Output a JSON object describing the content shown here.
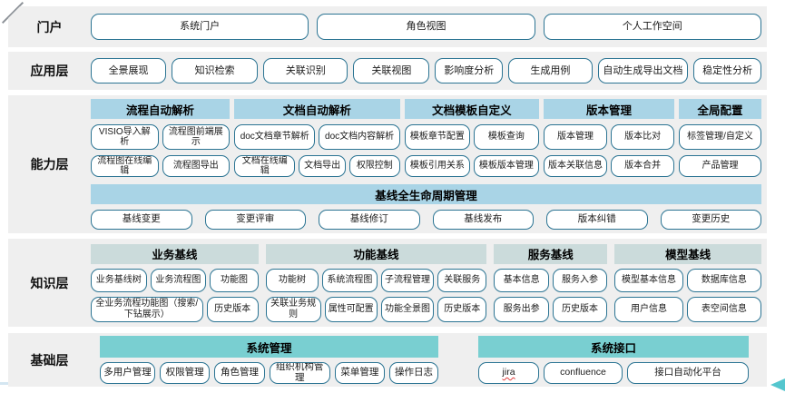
{
  "colors": {
    "band_bg": "#efefef",
    "box_border": "#2b7493",
    "box_bg": "#ffffff",
    "header_blue": "#a9d4e6",
    "header_gray": "#cbdbdb",
    "header_teal": "#79cfd1",
    "diag_line": "#8d9298",
    "bottom_left_line": "#d4e6f1",
    "arrow": "#54c6ce",
    "arrow_tail": "#dceef6",
    "spell_underline": "#e03e3e"
  },
  "layers": [
    {
      "id": "portal",
      "label": "门户",
      "buttons": [
        {
          "label": "系统门户"
        },
        {
          "label": "角色视图"
        },
        {
          "label": "个人工作空间"
        }
      ]
    },
    {
      "id": "application",
      "label": "应用层",
      "buttons": [
        {
          "label": "全景展现",
          "flex": 82
        },
        {
          "label": "知识检索",
          "flex": 95
        },
        {
          "label": "关联识别",
          "flex": 93
        },
        {
          "label": "关联视图",
          "flex": 83
        },
        {
          "label": "影响度分析",
          "flex": 73
        },
        {
          "label": "生成用例",
          "flex": 92
        },
        {
          "label": "自动生成导出文档",
          "flex": 100
        },
        {
          "label": "稳定性分析",
          "flex": 73
        }
      ]
    },
    {
      "id": "capability",
      "label": "能力层",
      "groups": [
        {
          "header": "流程自动解析",
          "flex": 155,
          "rows": [
            [
              {
                "label": "VISIO导入解析"
              },
              {
                "label": "流程图前端展示"
              }
            ],
            [
              {
                "label": "流程图在线编辑"
              },
              {
                "label": "流程图导出"
              }
            ]
          ]
        },
        {
          "header": "文档自动解析",
          "flex": 185,
          "rows": [
            [
              {
                "label": "doc文档章节解析"
              },
              {
                "label": "doc文档内容解析"
              }
            ],
            [
              {
                "label": "文档在线编辑",
                "flex": 1.3
              },
              {
                "label": "文档导出",
                "flex": 0.95
              },
              {
                "label": "权限控制",
                "flex": 1.05
              }
            ]
          ]
        },
        {
          "header": "文档模板自定义",
          "flex": 150,
          "rows": [
            [
              {
                "label": "模板章节配置"
              },
              {
                "label": "模板查询"
              }
            ],
            [
              {
                "label": "模板引用关系"
              },
              {
                "label": "模板版本管理"
              }
            ]
          ]
        },
        {
          "header": "版本管理",
          "flex": 146,
          "rows": [
            [
              {
                "label": "版本管理"
              },
              {
                "label": "版本比对"
              }
            ],
            [
              {
                "label": "版本关联信息"
              },
              {
                "label": "版本合并"
              }
            ]
          ]
        },
        {
          "header": "全局配置",
          "flex": 92,
          "rows": [
            [
              {
                "label": "标签管理/自定义"
              }
            ],
            [
              {
                "label": "产品管理"
              }
            ]
          ]
        }
      ],
      "baseline": {
        "header": "基线全生命周期管理",
        "buttons": [
          {
            "label": "基线变更"
          },
          {
            "label": "变更评审"
          },
          {
            "label": "基线修订"
          },
          {
            "label": "基线发布"
          },
          {
            "label": "版本纠错"
          },
          {
            "label": "变更历史"
          }
        ]
      }
    },
    {
      "id": "knowledge",
      "label": "知识层",
      "groups": [
        {
          "header": "业务基线",
          "flex": 185,
          "rows": [
            [
              {
                "label": "业务基线树"
              },
              {
                "label": "业务流程图"
              },
              {
                "label": "功能图",
                "flex": 0.85
              }
            ],
            [
              {
                "label": "全业务流程功能图（搜索/下钻展示）",
                "flex": 2.35
              },
              {
                "label": "历史版本"
              }
            ]
          ]
        },
        {
          "header": "功能基线",
          "flex": 244,
          "rows": [
            [
              {
                "label": "功能树"
              },
              {
                "label": "系统流程图",
                "flex": 1.05
              },
              {
                "label": "子流程管理"
              },
              {
                "label": "关联服务",
                "flex": 0.92
              }
            ],
            [
              {
                "label": "关联业务规则",
                "flex": 1.05
              },
              {
                "label": "属性可配置"
              },
              {
                "label": "功能全景图"
              },
              {
                "label": "历史版本",
                "flex": 0.92
              }
            ]
          ]
        },
        {
          "header": "服务基线",
          "flex": 125,
          "rows": [
            [
              {
                "label": "基本信息"
              },
              {
                "label": "服务入参"
              }
            ],
            [
              {
                "label": "服务出参"
              },
              {
                "label": "历史版本"
              }
            ]
          ]
        },
        {
          "header": "模型基线",
          "flex": 162,
          "rows": [
            [
              {
                "label": "模型基本信息"
              },
              {
                "label": "数据库信息",
                "flex": 1.1
              }
            ],
            [
              {
                "label": "用户信息"
              },
              {
                "label": "表空间信息",
                "flex": 1.1
              }
            ]
          ]
        }
      ]
    },
    {
      "id": "foundation",
      "label": "基础层",
      "groups": [
        {
          "header": "系统管理",
          "flex": 373,
          "gap_after": 44,
          "rows": [
            [
              {
                "label": "多用户管理",
                "flex": 1.12
              },
              {
                "label": "权限管理"
              },
              {
                "label": "角色管理"
              },
              {
                "label": "组织机构管理",
                "flex": 1.25
              },
              {
                "label": "菜单管理"
              },
              {
                "label": "操作日志",
                "flex": 0.97
              }
            ]
          ]
        },
        {
          "header": "系统接口",
          "flex": 298,
          "rows": [
            [
              {
                "label": "jira",
                "spellcheck": true,
                "flex": 0.75
              },
              {
                "label": "confluence"
              },
              {
                "label": "接口自动化平台",
                "flex": 1.6
              }
            ]
          ]
        }
      ]
    }
  ]
}
